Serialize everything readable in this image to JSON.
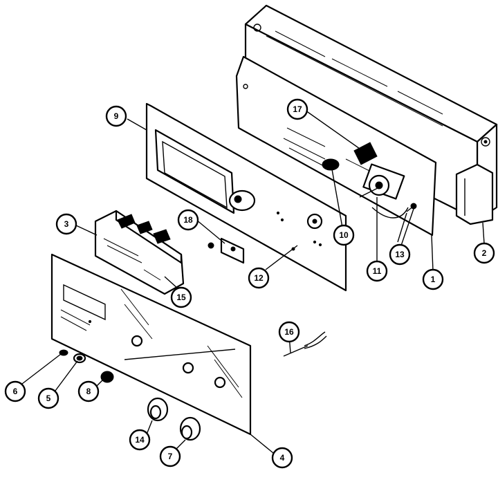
{
  "diagram": {
    "callouts": [
      {
        "id": "9",
        "label": "9"
      },
      {
        "id": "17",
        "label": "17"
      },
      {
        "id": "3",
        "label": "3"
      },
      {
        "id": "18",
        "label": "18"
      },
      {
        "id": "10",
        "label": "10"
      },
      {
        "id": "2",
        "label": "2"
      },
      {
        "id": "12",
        "label": "12"
      },
      {
        "id": "11",
        "label": "11"
      },
      {
        "id": "13",
        "label": "13"
      },
      {
        "id": "1",
        "label": "1"
      },
      {
        "id": "15",
        "label": "15"
      },
      {
        "id": "16",
        "label": "16"
      },
      {
        "id": "6",
        "label": "6"
      },
      {
        "id": "5",
        "label": "5"
      },
      {
        "id": "8",
        "label": "8"
      },
      {
        "id": "14",
        "label": "14"
      },
      {
        "id": "7",
        "label": "7"
      },
      {
        "id": "4",
        "label": "4"
      }
    ]
  }
}
